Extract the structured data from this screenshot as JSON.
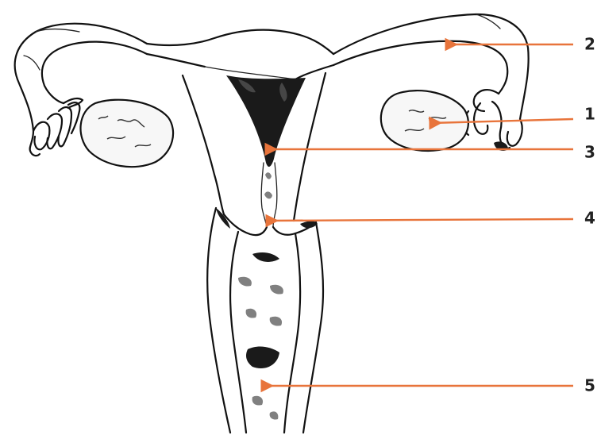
{
  "colors": {
    "arrow": "#E8743B",
    "ink": "#111111",
    "label": "#222222"
  },
  "labels": [
    {
      "id": "1",
      "text": "1"
    },
    {
      "id": "2",
      "text": "2"
    },
    {
      "id": "3",
      "text": "3"
    },
    {
      "id": "4",
      "text": "4"
    },
    {
      "id": "5",
      "text": "5"
    }
  ]
}
